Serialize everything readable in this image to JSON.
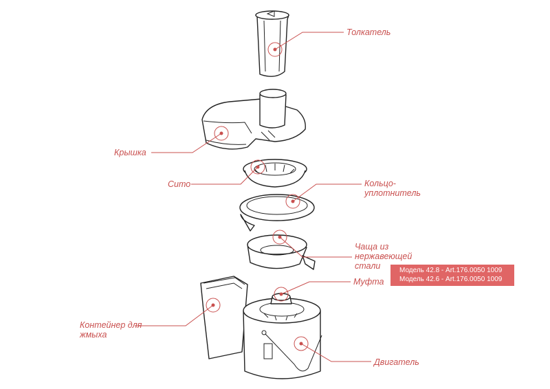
{
  "labels": {
    "pusher": "Толкатель",
    "lid": "Крышка",
    "sieve": "Сито",
    "seal_ring_1": "Кольцо-",
    "seal_ring_2": "уплотнитель",
    "bowl_1": "Чаща из",
    "bowl_2": "нержавеющей",
    "bowl_3": "стали",
    "coupling": "Муфта",
    "pulp_container_1": "Контейнер для",
    "pulp_container_2": "жмыха",
    "motor": "Двигатель"
  },
  "models": [
    "Модель 42.8 - Art.176.0050 1009",
    "Модель 42.6 - Art.176.0050 1009"
  ],
  "colors": {
    "accent": "#c9504f",
    "badge": "#e06565",
    "line": "#222222"
  }
}
